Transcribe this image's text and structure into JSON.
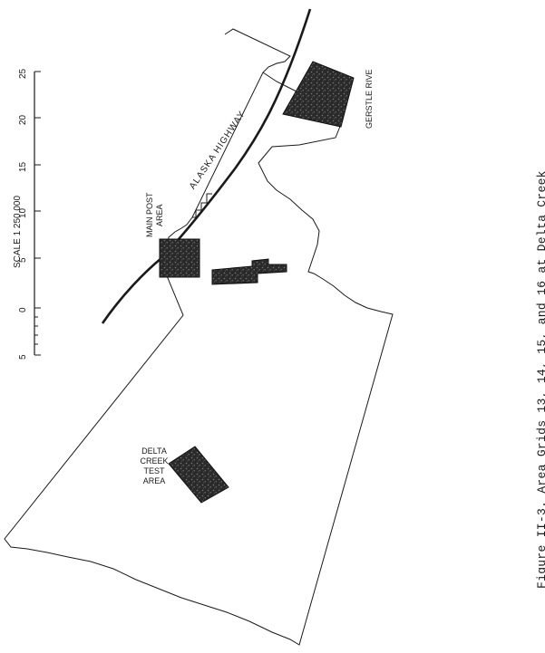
{
  "caption": "Figure II-3.  Area Grids 13, 14, 15, and 16 at Delta Creek",
  "scale": {
    "title": "SCALE 1 250,000",
    "ticks": [
      "5",
      "0",
      "5",
      "10",
      "15",
      "20",
      "25"
    ]
  },
  "labels": {
    "highway": "ALASKA HIGHWAY",
    "main_post_line1": "MAIN POST",
    "main_post_line2": "AREA",
    "gerstle": "GERSTLE RIVE",
    "delta_line1": "DELTA",
    "delta_line2": "CREEK",
    "delta_line3": "TEST",
    "delta_line4": "AREA"
  },
  "colors": {
    "ink": "#1a1a1a",
    "grid_fill": "#2e2e2e",
    "background": "#ffffff"
  }
}
